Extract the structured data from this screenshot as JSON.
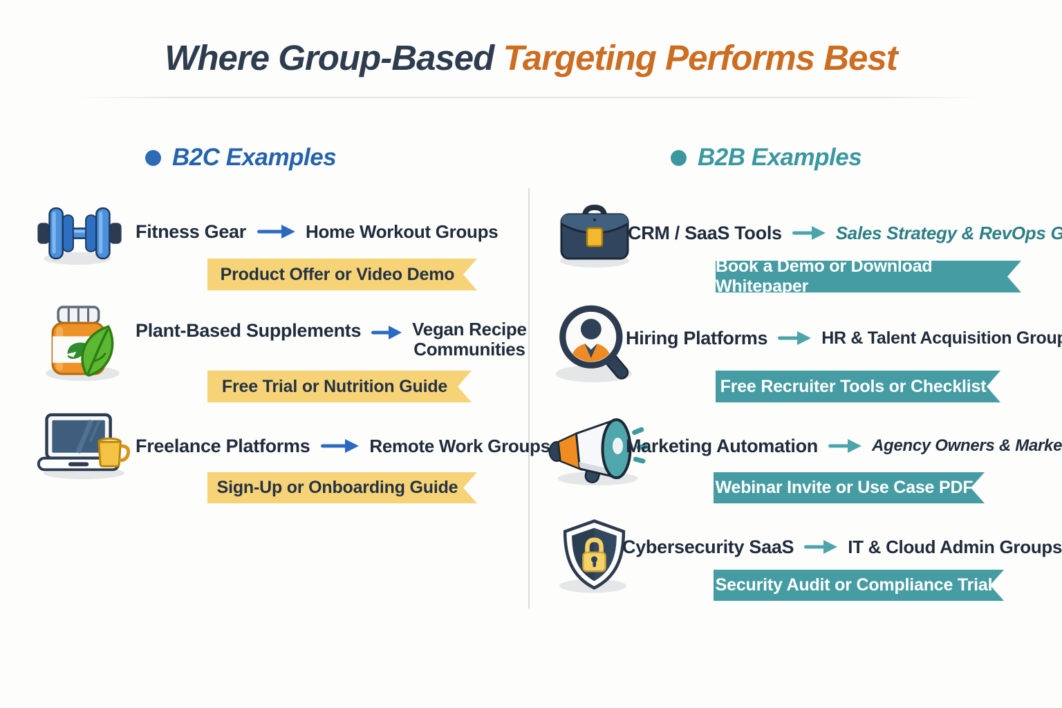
{
  "title": {
    "part1": "Where Group-Based ",
    "part2": "Targeting Performs Best"
  },
  "colors": {
    "title_dark": "#2e3c4f",
    "title_orange": "#cc6d22",
    "b2c_accent": "#2d6cb5",
    "b2b_accent": "#3b98a0",
    "text_navy": "#1f2c3d",
    "banner_yellow": "#f6d376",
    "banner_teal": "#459ca2"
  },
  "b2c": {
    "header": "B2C Examples",
    "rows": [
      {
        "icon": "dumbbell-icon",
        "category": "Fitness Gear",
        "group": "Home Workout Groups",
        "banner": "Product Offer or Video Demo"
      },
      {
        "icon": "supplement-bottle-icon",
        "category": "Plant-Based Supplements",
        "group": "Vegan Recipe Communities",
        "group_lines": [
          "Vegan Recipe",
          "Communities"
        ],
        "banner": "Free Trial or Nutrition Guide"
      },
      {
        "icon": "laptop-coffee-icon",
        "category": "Freelance Platforms",
        "group": "Remote Work Groups",
        "banner": "Sign-Up or Onboarding Guide"
      }
    ]
  },
  "b2b": {
    "header": "B2B Examples",
    "rows": [
      {
        "icon": "briefcase-icon",
        "category": "CRM / SaaS Tools",
        "group": "Sales Strategy & RevOps Groups",
        "banner": "Book a Demo or Download Whitepaper"
      },
      {
        "icon": "recruiter-search-icon",
        "category": "Hiring Platforms",
        "group": "HR & Talent Acquisition Groups",
        "banner": "Free Recruiter Tools or Checklist"
      },
      {
        "icon": "megaphone-icon",
        "category": "Marketing Automation",
        "group": "Agency Owners & Marketer Groups",
        "banner": "Webinar Invite or Use Case PDF"
      },
      {
        "icon": "shield-lock-icon",
        "category": "Cybersecurity SaaS",
        "group": "IT & Cloud Admin Groups",
        "banner": "Security Audit or Compliance Trial"
      }
    ]
  }
}
